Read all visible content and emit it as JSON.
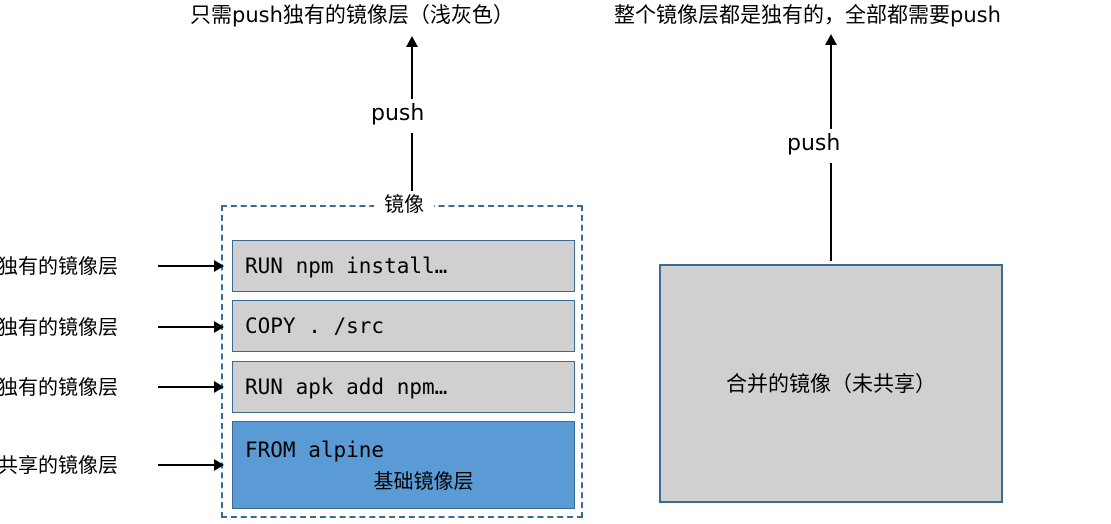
{
  "diagram": {
    "captions": {
      "left": "只需push独有的镜像层（浅灰色）",
      "right": "整个镜像层都是独有的，全部都需要push"
    },
    "push_arrows": {
      "left_label": "push",
      "right_label": "push"
    },
    "left_stack": {
      "group_label": "镜像",
      "layers": [
        {
          "command": "RUN npm install…",
          "kind": "unique"
        },
        {
          "command": "COPY . /src",
          "kind": "unique"
        },
        {
          "command": "RUN apk add npm…",
          "kind": "unique"
        },
        {
          "command": "FROM alpine",
          "sublabel": "基础镜像层",
          "kind": "base"
        }
      ],
      "side_labels": [
        "独有的镜像层",
        "独有的镜像层",
        "独有的镜像层",
        "共享的镜像层"
      ]
    },
    "right_stack": {
      "label": "合并的镜像（未共享）"
    },
    "colors": {
      "unique_layer_fill": "#d0d0d0",
      "base_layer_fill": "#5b9bd5",
      "box_border": "#3b6b92",
      "arrow": "#000000",
      "background": "#ffffff"
    }
  }
}
